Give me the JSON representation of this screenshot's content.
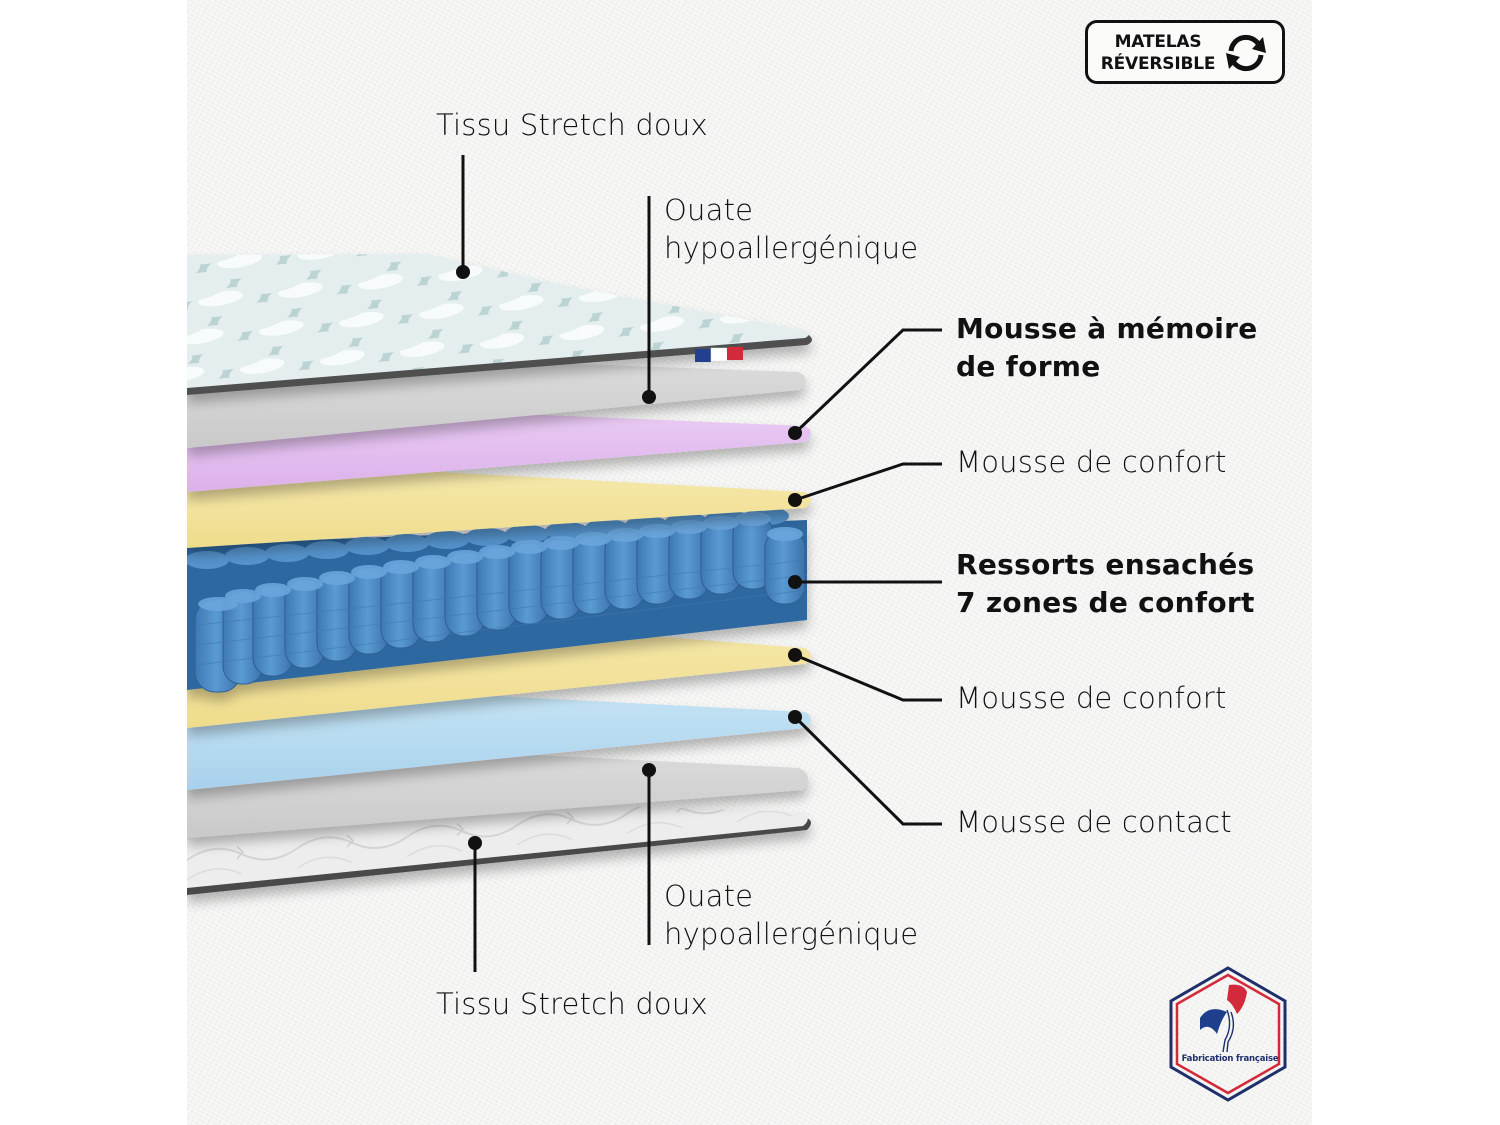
{
  "badge_reversible": {
    "line1": "MATELAS",
    "line2": "RÉVERSIBLE",
    "icon": "rotate-arrows-icon"
  },
  "layers": [
    {
      "id": "top-fabric",
      "label": "Tissu Stretch doux",
      "color": "#c7dadb",
      "style": "quilted"
    },
    {
      "id": "top-wadding",
      "label_line1": "Ouate",
      "label_line2": "hypoallergénique",
      "color": "#d4d4d4"
    },
    {
      "id": "memory-foam",
      "label_line1": "Mousse à mémoire",
      "label_line2": "de forme",
      "color": "#e7c4f0",
      "bold": true
    },
    {
      "id": "comfort-foam-top",
      "label": "Mousse de confort",
      "color": "#f5e7a6"
    },
    {
      "id": "pocket-springs",
      "label_line1": "Ressorts ensachés",
      "label_line2": "7 zones de confort",
      "color": "#4a8ac6",
      "bold": true
    },
    {
      "id": "comfort-foam-bottom",
      "label": "Mousse de confort",
      "color": "#f5e7a6"
    },
    {
      "id": "contact-foam",
      "label": "Mousse de contact",
      "color": "#bfe0f2"
    },
    {
      "id": "bottom-wadding",
      "label_line1": "Ouate",
      "label_line2": "hypoallergénique",
      "color": "#d4d4d4"
    },
    {
      "id": "bottom-fabric",
      "label": "Tissu Stretch doux",
      "color": "#eaeaea",
      "style": "quilted-light"
    }
  ],
  "flag_tag": {
    "colors": [
      "#23408f",
      "#ffffff",
      "#d22a3a"
    ]
  },
  "made_in_france": {
    "text": "Fabrication française",
    "border_outer": "#1f2f6b",
    "border_inner": "#d22a3a",
    "icon": "rooster-icon"
  },
  "colors": {
    "background": "#f4f4f3",
    "leader_line": "#111111",
    "text": "#111111"
  }
}
